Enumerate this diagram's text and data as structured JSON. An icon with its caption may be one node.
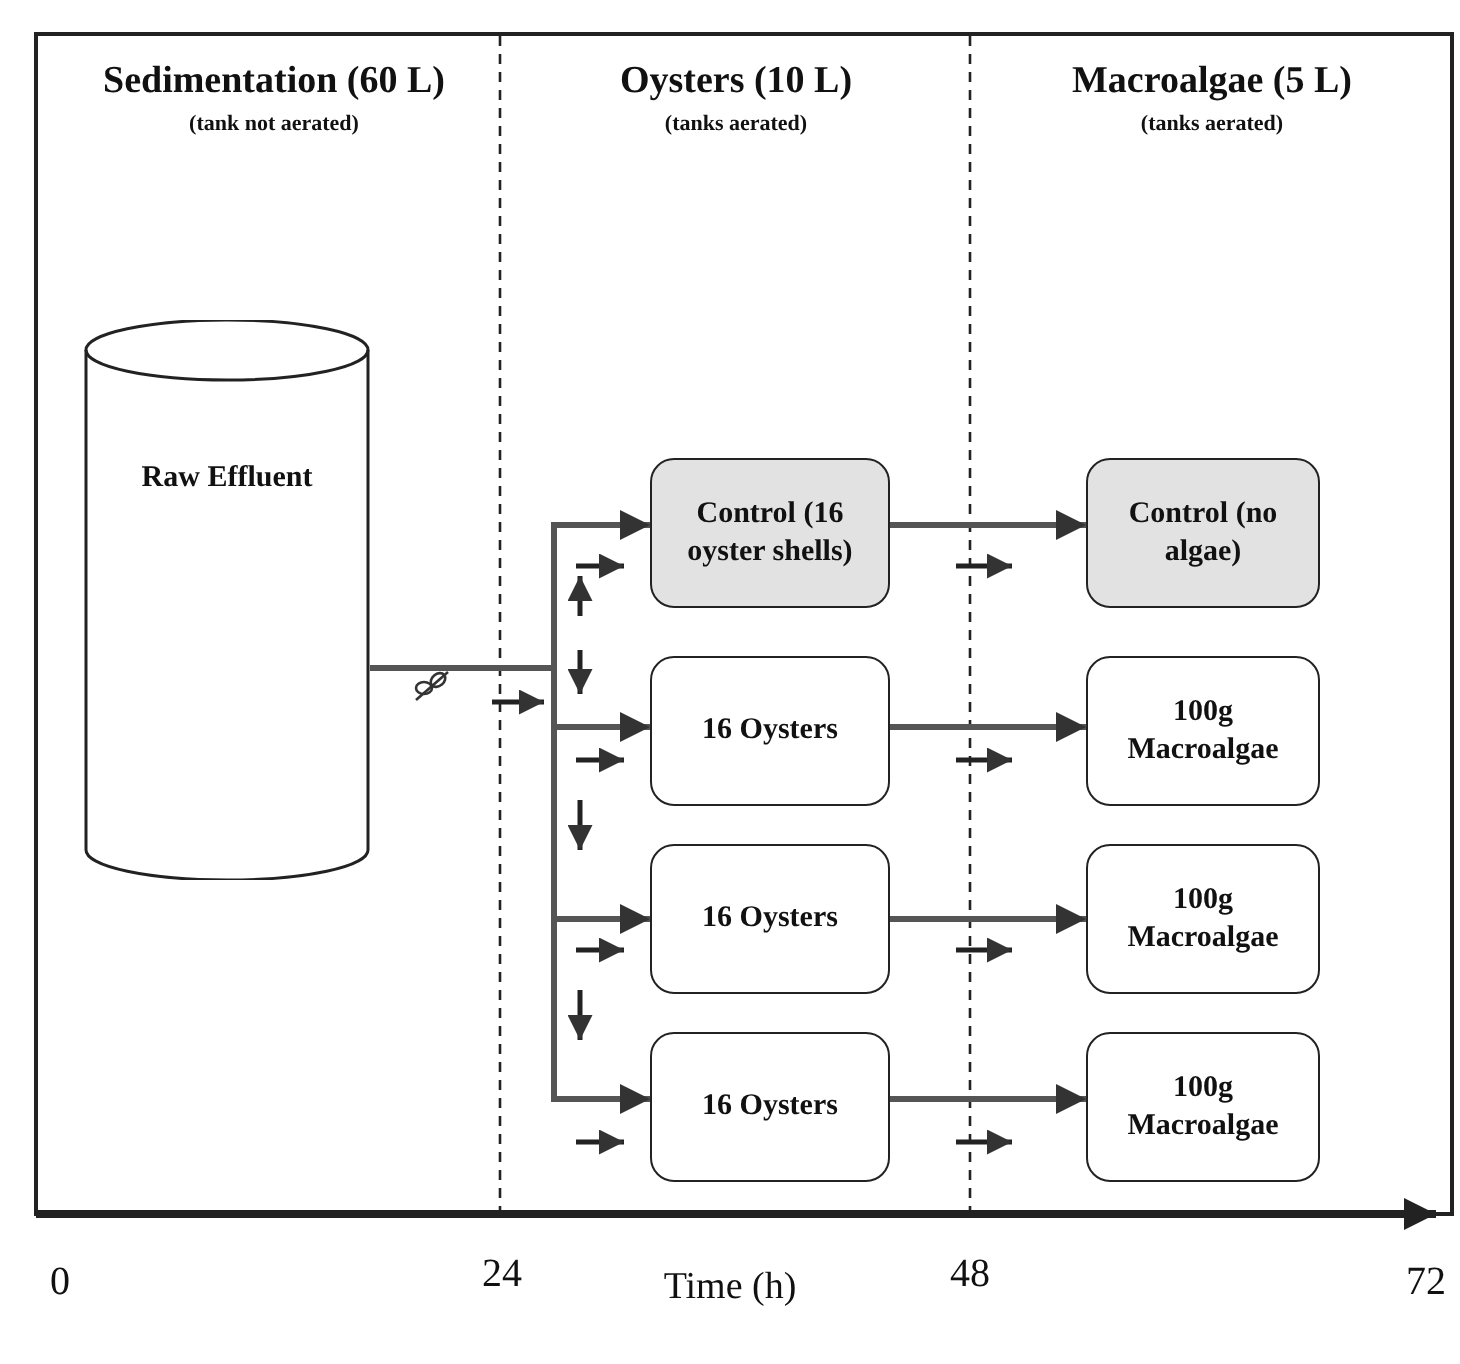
{
  "diagram": {
    "nodes": [
      {
        "text": [
          "Raw Effluent"
        ]
      },
      {
        "text": [
          "Control (16 oyster shells)"
        ]
      },
      {
        "text": [
          "16 Oysters"
        ]
      },
      {
        "text": [
          "16 Oysters"
        ]
      },
      {
        "text": [
          "16 Oysters"
        ]
      },
      {
        "text": [
          "Control (no algae)"
        ]
      },
      {
        "text": [
          "100g Macroalgae"
        ]
      },
      {
        "text": [
          "100g Macroalgae"
        ]
      },
      {
        "text": [
          "100g Macroalgae"
        ]
      }
    ],
    "edges": [
      {
        "from": 0,
        "to": 1,
        "arrow": "to"
      },
      {
        "from": 0,
        "to": 2,
        "arrow": "to"
      },
      {
        "from": 0,
        "to": 3,
        "arrow": "to"
      },
      {
        "from": 0,
        "to": 4,
        "arrow": "to"
      },
      {
        "from": 1,
        "to": 5,
        "arrow": "to"
      },
      {
        "from": 2,
        "to": 6,
        "arrow": "to"
      },
      {
        "from": 3,
        "to": 7,
        "arrow": "to"
      },
      {
        "from": 4,
        "to": 8,
        "arrow": "to"
      }
    ],
    "labels": [
      "Sedimentation (60 L)",
      "(tank not aerated)",
      "Oysters (10 L)",
      "(tanks aerated)",
      "Macroalgae (5 L)",
      "(tanks aerated)",
      "0",
      "24",
      "Time (h)",
      "48",
      "72"
    ]
  }
}
